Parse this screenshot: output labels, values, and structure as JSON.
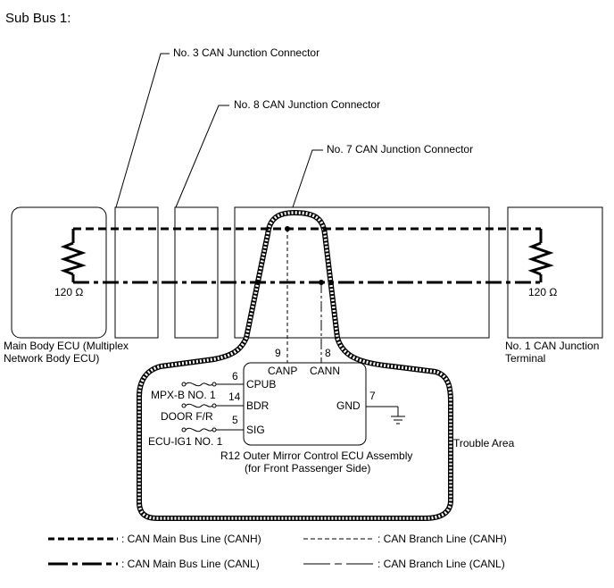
{
  "title": "Sub Bus 1:",
  "connectors": {
    "no3": "No. 3 CAN Junction Connector",
    "no8": "No. 8 CAN Junction Connector",
    "no7": "No. 7 CAN Junction Connector"
  },
  "main_body_ecu": {
    "line1": "Main Body ECU (Multiplex",
    "line2": "Network Body ECU)",
    "resistor": "120 Ω"
  },
  "junction_terminal": {
    "line1": "No. 1 CAN Junction",
    "line2": "Terminal",
    "resistor": "120 Ω"
  },
  "mirror_ecu": {
    "name_line1": "R12 Outer Mirror Control ECU Assembly",
    "name_line2": "(for Front Passenger Side)",
    "pins": {
      "canp": "CANP",
      "cann": "CANN",
      "cpub": "CPUB",
      "bdr": "BDR",
      "sig": "SIG",
      "gnd": "GND"
    },
    "pin_numbers": {
      "canp": "9",
      "cann": "8",
      "cpub": "6",
      "bdr": "14",
      "sig": "5",
      "gnd": "7"
    },
    "fuses": {
      "cpub": "MPX-B NO. 1",
      "bdr": "DOOR F/R",
      "sig": "ECU-IG1 NO. 1"
    }
  },
  "trouble_area": "Trouble Area",
  "legend": [
    {
      "style": "main-canh",
      "label": ": CAN Main Bus Line (CANH)"
    },
    {
      "style": "branch-canh",
      "label": ": CAN Branch Line (CANH)"
    },
    {
      "style": "main-canl",
      "label": ": CAN Main Bus Line (CANL)"
    },
    {
      "style": "branch-canl",
      "label": ": CAN Branch Line (CANL)"
    }
  ]
}
